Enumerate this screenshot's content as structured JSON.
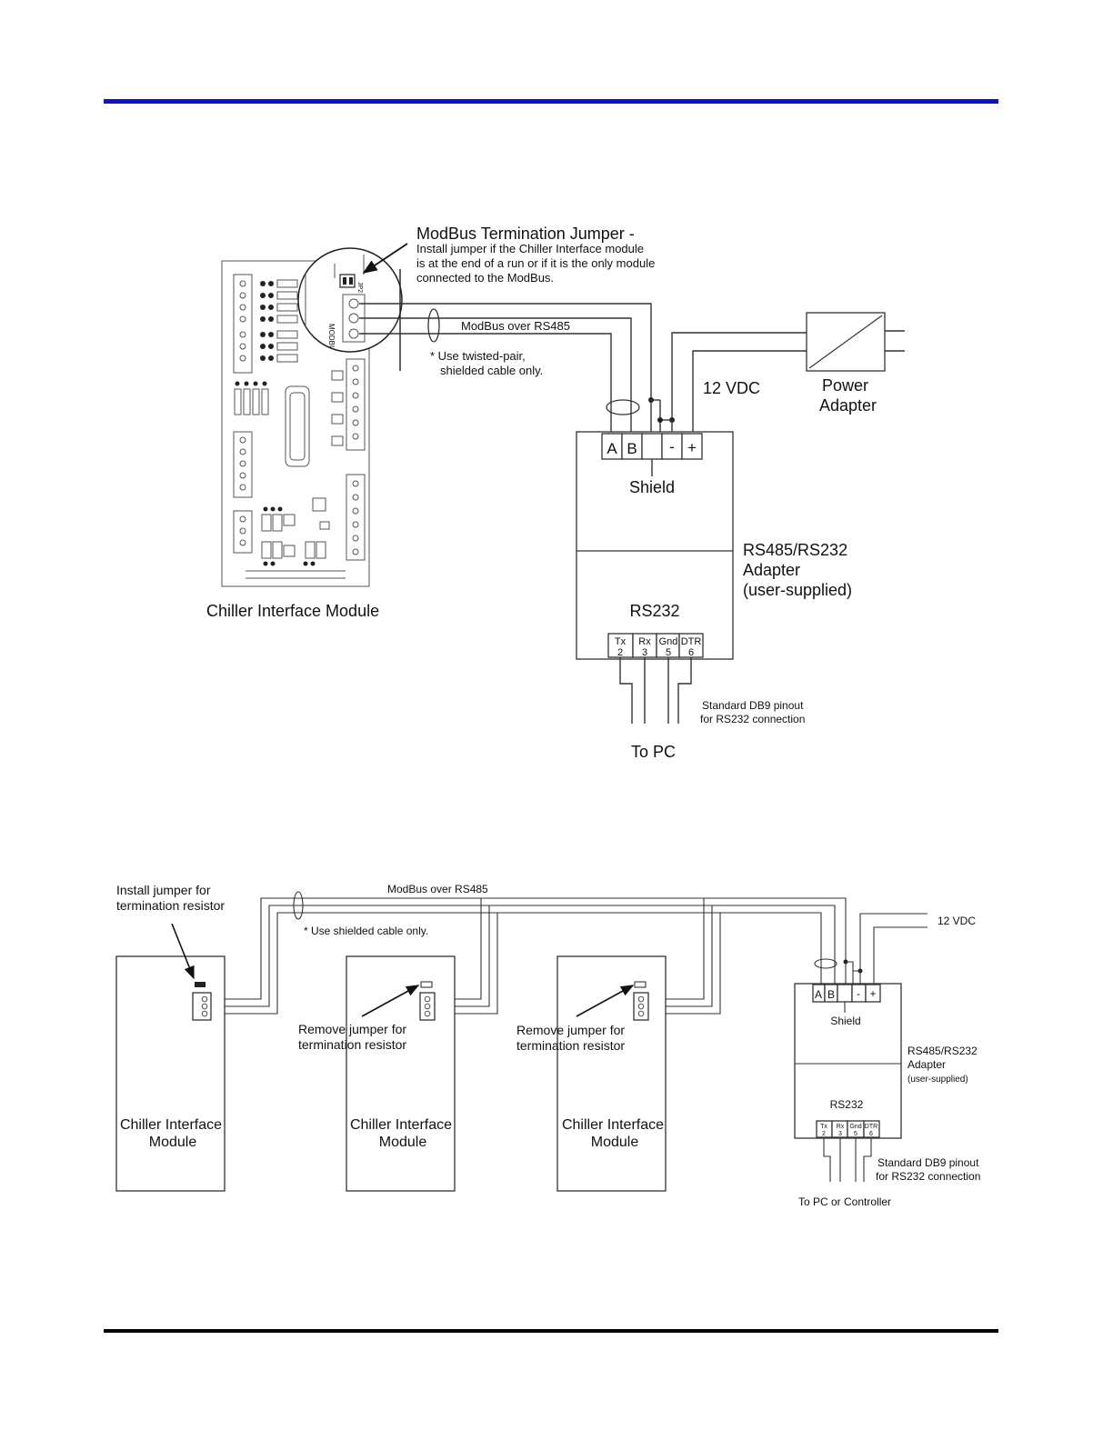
{
  "colors": {
    "top_rule": "#0a14c8",
    "bottom_rule": "#000000"
  },
  "diagram1": {
    "jumper_title": "ModBus Termination Jumper -",
    "jumper_note": [
      "Install jumper if the Chiller Interface module",
      "is at the end of a run or if it is the only module",
      "connected to the ModBus."
    ],
    "bus_label": "ModBus over RS485",
    "cable_note": [
      "* Use twisted-pair,",
      "shielded cable only."
    ],
    "vdc_label": "12 VDC",
    "power_adapter": [
      "Power",
      "Adapter"
    ],
    "terminals": [
      "A",
      "B",
      "",
      "-",
      "+"
    ],
    "shield_label": "Shield",
    "adapter_label": [
      "RS485/RS232",
      "Adapter",
      "(user-supplied)"
    ],
    "rs232_label": "RS232",
    "pins": [
      {
        "name": "Tx",
        "num": "2"
      },
      {
        "name": "Rx",
        "num": "3"
      },
      {
        "name": "Gnd",
        "num": "5"
      },
      {
        "name": "DTR",
        "num": "6"
      }
    ],
    "db9_note": [
      "Standard DB9 pinout",
      "for RS232 connection"
    ],
    "to_pc": "To PC",
    "module_caption": "Chiller Interface Module",
    "board_labels": [
      "MODBUS",
      "JP2"
    ]
  },
  "diagram2": {
    "install_note": [
      "Install jumper for",
      "termination resistor"
    ],
    "bus_label": "ModBus over RS485",
    "cable_note": "* Use shielded cable only.",
    "vdc_label": "12 VDC",
    "remove_note": [
      "Remove jumper for",
      "termination resistor"
    ],
    "module_label": [
      "Chiller Interface",
      "Module"
    ],
    "terminals": [
      "A",
      "B",
      "",
      "-",
      "+"
    ],
    "shield_label": "Shield",
    "adapter_label": [
      "RS485/RS232",
      "Adapter",
      "(user-supplied)"
    ],
    "rs232_label": "RS232",
    "pins": [
      {
        "name": "Tx",
        "num": "2"
      },
      {
        "name": "Rx",
        "num": "3"
      },
      {
        "name": "Gnd",
        "num": "5"
      },
      {
        "name": "DTR",
        "num": "6"
      }
    ],
    "db9_note": [
      "Standard DB9 pinout",
      "for RS232 connection"
    ],
    "to_pc": "To PC or Controller"
  }
}
